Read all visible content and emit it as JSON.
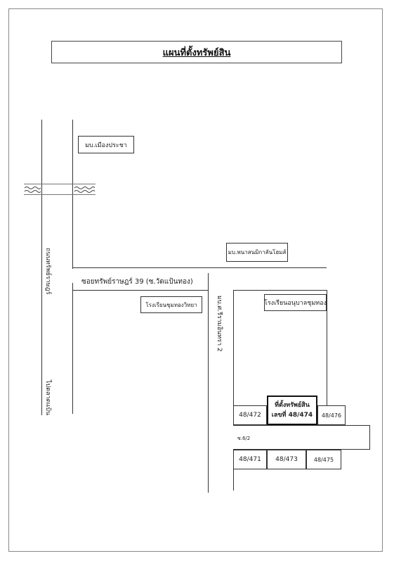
{
  "title": "แผนที่ตั้งทรัพย์สิน",
  "places": {
    "muang_pracha": "มบ.เมืองประชา",
    "pnasonic": "มบ.พนาสนมิกาลันโฮมส์",
    "school_right": "โรงเรียนอนุบาลชุมทอง",
    "school_left": "โรงเรียนชุมทองวิทยา"
  },
  "roads": {
    "soi_main": "ซอยทรัพย์ราษฎร์ 39 (ซ.วัดแป้นทอง)",
    "thanon_left_top": "ถนนทรัพย์ราษฎร์",
    "thanon_left_bottom": "ไปตลาดแป้น",
    "moo_baan_vertical": "มบ.ศ.รีรามอินทรา 2",
    "soi_small": "ซ.6/2"
  },
  "lots": {
    "l48_472": "48/472",
    "l48_476": "48/476",
    "l48_471": "48/471",
    "l48_473": "48/473",
    "l48_475": "48/475"
  },
  "target": {
    "line1": "ที่ตั้งทรัพย์สิน",
    "line2": "เลขที่ 48/474"
  }
}
